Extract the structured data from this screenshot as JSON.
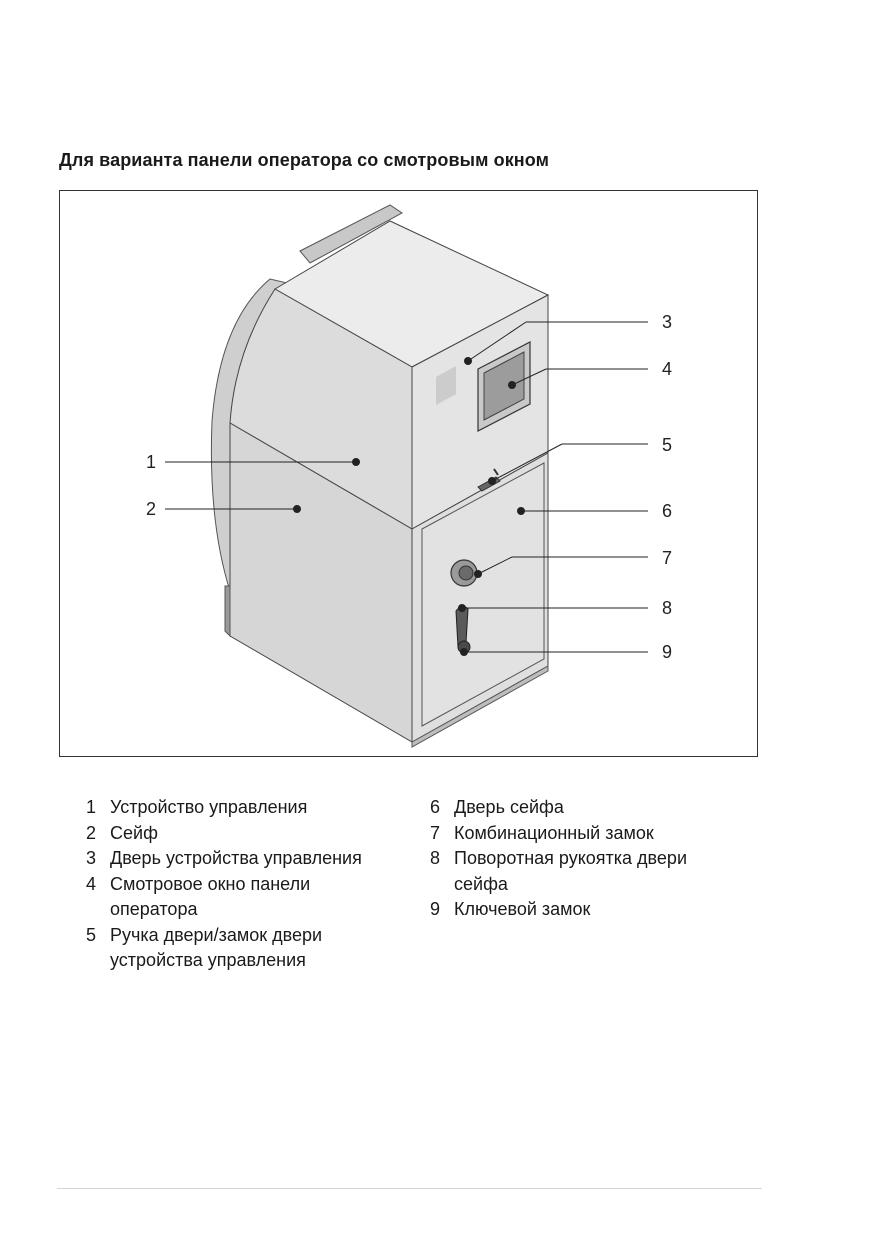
{
  "heading": "Для варианта панели оператора со смотровым окном",
  "callouts": [
    "1",
    "2",
    "3",
    "4",
    "5",
    "6",
    "7",
    "8",
    "9"
  ],
  "legend_left": [
    {
      "num": "1",
      "text": "Устройство управления"
    },
    {
      "num": "2",
      "text": "Сейф"
    },
    {
      "num": "3",
      "text": "Дверь устройства управления"
    },
    {
      "num": "4",
      "text": "Смотровое окно панели оператора"
    },
    {
      "num": "5",
      "text": "Ручка двери/замок двери устройства управления"
    }
  ],
  "legend_right": [
    {
      "num": "6",
      "text": "Дверь сейфа"
    },
    {
      "num": "7",
      "text": "Комбинационный замок"
    },
    {
      "num": "8",
      "text": "Поворотная рукоятка двери сейфа"
    },
    {
      "num": "9",
      "text": "Ключевой замок"
    }
  ],
  "colors": {
    "line": "#222222",
    "panel_light": "#e6e6e6",
    "panel_mid": "#d4d4d4",
    "panel_dark": "#bdbdbd"
  }
}
